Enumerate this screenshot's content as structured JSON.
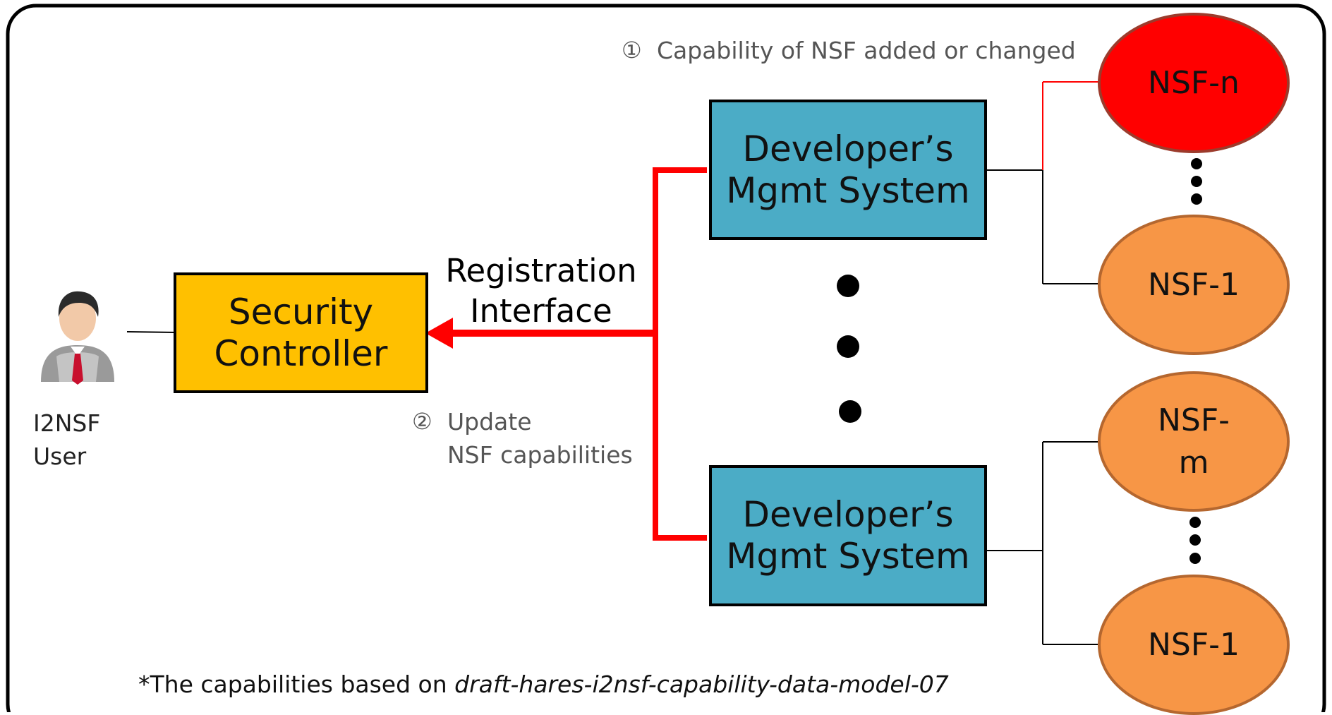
{
  "user": {
    "label_line1": "I2NSF",
    "label_line2": "User"
  },
  "security_controller": {
    "line1": "Security",
    "line2": "Controller"
  },
  "registration_interface": {
    "line1": "Registration",
    "line2": "Interface"
  },
  "step2": {
    "marker": "②",
    "line1": "Update",
    "line2": "NSF capabilities"
  },
  "step1": {
    "marker": "①",
    "text": "Capability of NSF added or changed"
  },
  "mgmt_top": {
    "line1": "Developer’s",
    "line2": "Mgmt System"
  },
  "mgmt_bottom": {
    "line1": "Developer’s",
    "line2": "Mgmt System"
  },
  "nsf_n": {
    "label": "NSF-n"
  },
  "nsf_1_top": {
    "label": "NSF-1"
  },
  "nsf_m": {
    "line1": "NSF-",
    "line2": "m"
  },
  "nsf_1_bottom": {
    "label": "NSF-1"
  },
  "footnote": {
    "prefix": "*The capabilities based on ",
    "draft": "draft-hares-i2nsf-capability-data-model-07"
  },
  "colors": {
    "controller_fill": "#ffc000",
    "mgmt_fill": "#4bacc6",
    "nsf_fill": "#f79646",
    "nsf_changed_fill": "#ff0000",
    "arrow": "#ff0000"
  }
}
